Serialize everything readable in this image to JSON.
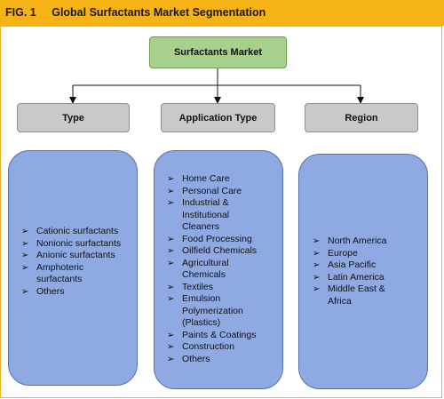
{
  "header": {
    "fig_label": "FIG. 1",
    "title": "Global Surfactants Market Segmentation",
    "background": "#f5b318"
  },
  "root": {
    "label": "Surfactants Market",
    "color": "#a8d08d"
  },
  "categories": [
    {
      "label": "Type"
    },
    {
      "label": "Application Type"
    },
    {
      "label": "Region"
    }
  ],
  "panels": {
    "color": "#8fa9e3",
    "bullet_icon": "arrowhead-bullet-icon",
    "type": {
      "items": [
        "Cationic surfactants",
        "Nonionic surfactants",
        "Anionic surfactants",
        "Amphoteric surfactants",
        "Others"
      ]
    },
    "application": {
      "items": [
        "Home Care",
        "Personal Care",
        "Industrial & Institutional Cleaners",
        "Food Processing",
        "Oilfield Chemicals",
        " Agricultural Chemicals",
        "Textiles",
        "Emulsion Polymerization (Plastics)",
        "Paints & Coatings",
        "Construction",
        "Others"
      ]
    },
    "region": {
      "items": [
        "North America",
        "Europe",
        "Asia Pacific",
        "Latin America",
        "Middle East & Africa"
      ]
    }
  }
}
